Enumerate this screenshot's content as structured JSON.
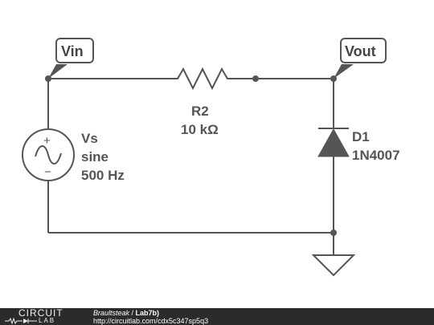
{
  "diagram": {
    "tags": {
      "vin": "Vin",
      "vout": "Vout"
    },
    "resistor": {
      "ref": "R2",
      "value": "10 kΩ"
    },
    "source": {
      "ref": "Vs",
      "type": "sine",
      "freq": "500 Hz",
      "plus": "+",
      "minus": "−"
    },
    "diode": {
      "ref": "D1",
      "part": "1N4007"
    }
  },
  "footer": {
    "logo_top": "CIRCUIT",
    "logo_bottom": "LAB",
    "user": "Braultsteak",
    "separator": " / ",
    "project": "Lab7b)",
    "url": "http://circuitlab.com/cdx5c347sp5q3"
  },
  "colors": {
    "wire": "#555555",
    "footer_bg": "#2b2b2b"
  }
}
